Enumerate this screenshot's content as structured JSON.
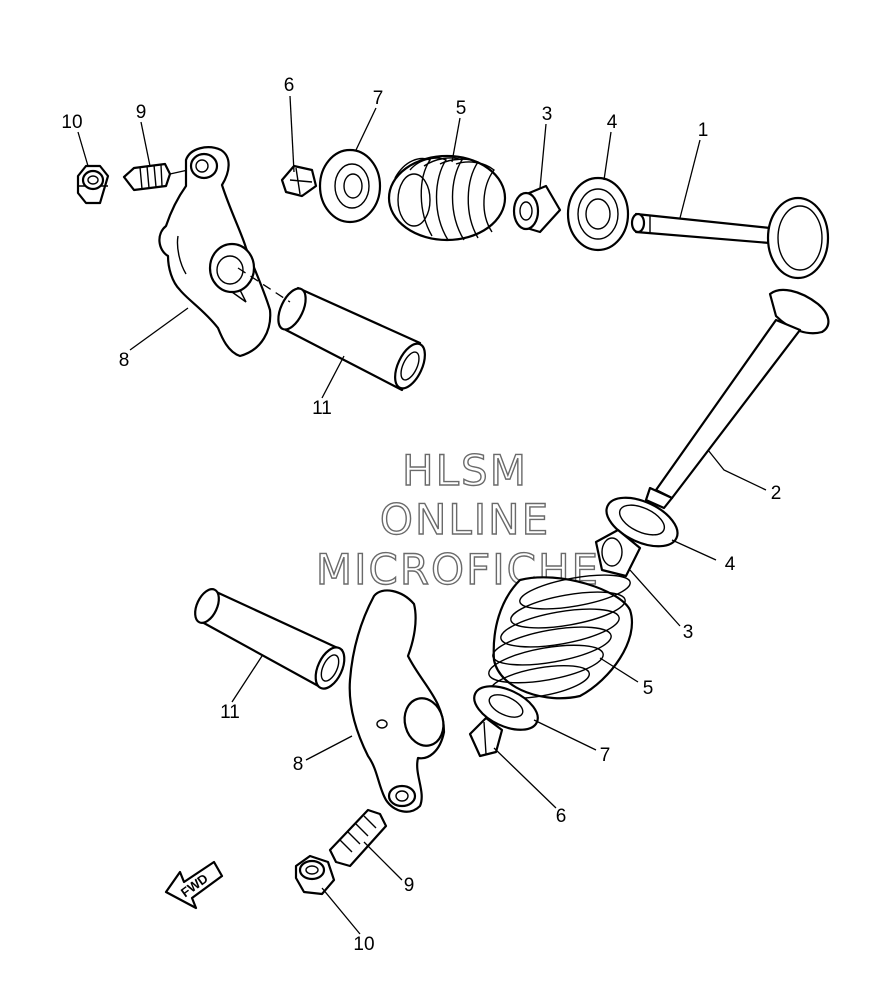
{
  "watermark": {
    "line1": "HLSM",
    "line2": "ONLINE",
    "line3": "MICROFICHE"
  },
  "fwd_label": "FWD",
  "callouts": {
    "intake_valve": "1",
    "exhaust_valve": "2",
    "upper_valve_stem_seal": "3",
    "upper_spring_seat": "4",
    "upper_valve_spring": "5",
    "upper_valve_cotter": "6",
    "upper_spring_retainer": "7",
    "upper_rocker_arm": "8",
    "upper_adjusting_screw": "9",
    "upper_locknut": "10",
    "upper_rocker_shaft": "11",
    "lower_seal": "3",
    "lower_spring_seat": "4",
    "lower_valve_spring": "5",
    "lower_valve_cotter": "6",
    "lower_spring_retainer": "7",
    "lower_rocker_arm": "8",
    "lower_adjusting_screw": "9",
    "lower_locknut": "10",
    "lower_rocker_shaft": "11"
  }
}
